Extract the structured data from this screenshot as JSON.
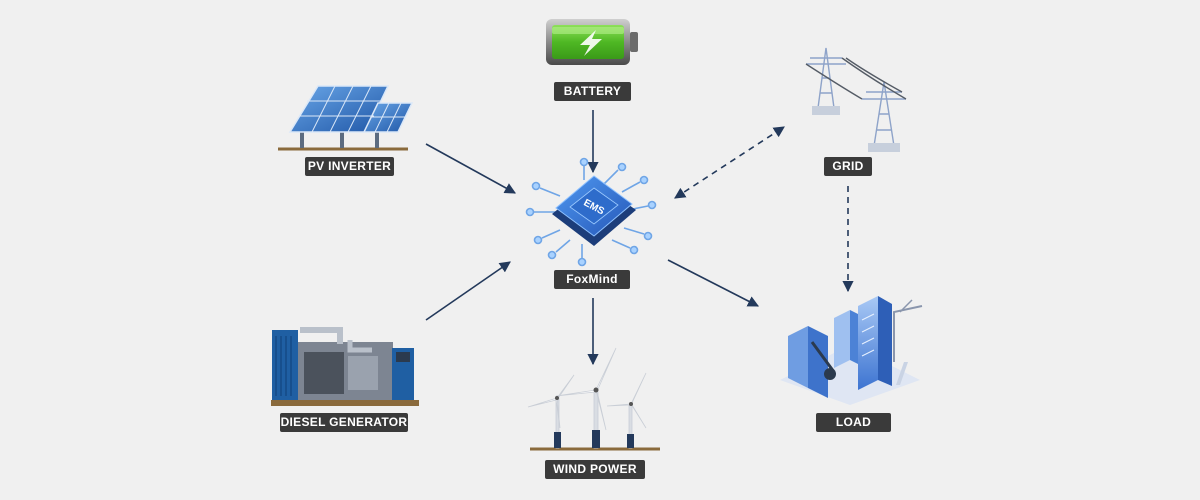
{
  "nodes": {
    "battery": {
      "label": "BATTERY"
    },
    "pv_inverter": {
      "label": "PV INVERTER"
    },
    "grid": {
      "label": "GRID"
    },
    "ems": {
      "label": "FoxMind",
      "chip_text": "EMS"
    },
    "diesel_generator": {
      "label": "DIESEL GENERATOR"
    },
    "wind_power": {
      "label": "WIND POWER"
    },
    "load": {
      "label": "LOAD"
    }
  },
  "connections": [
    {
      "from": "battery",
      "to": "ems",
      "style": "solid",
      "direction": "one-way"
    },
    {
      "from": "pv_inverter",
      "to": "ems",
      "style": "solid",
      "direction": "one-way"
    },
    {
      "from": "diesel_generator",
      "to": "ems",
      "style": "solid",
      "direction": "one-way"
    },
    {
      "from": "ems",
      "to": "grid",
      "style": "dashed",
      "direction": "two-way"
    },
    {
      "from": "grid",
      "to": "load",
      "style": "dashed",
      "direction": "one-way"
    },
    {
      "from": "ems",
      "to": "load",
      "style": "solid",
      "direction": "one-way"
    },
    {
      "from": "ems",
      "to": "wind_power",
      "style": "solid",
      "direction": "one-way"
    }
  ],
  "colors": {
    "background": "#f0f0f0",
    "label_bg": "#3a3a3a",
    "label_text": "#ffffff",
    "arrow": "#23395b",
    "battery_green": "#5cc72c",
    "solar_blue": "#2f6fc1",
    "generator_blue": "#1f5fa3",
    "chip_blue": "#3b7fd6"
  }
}
